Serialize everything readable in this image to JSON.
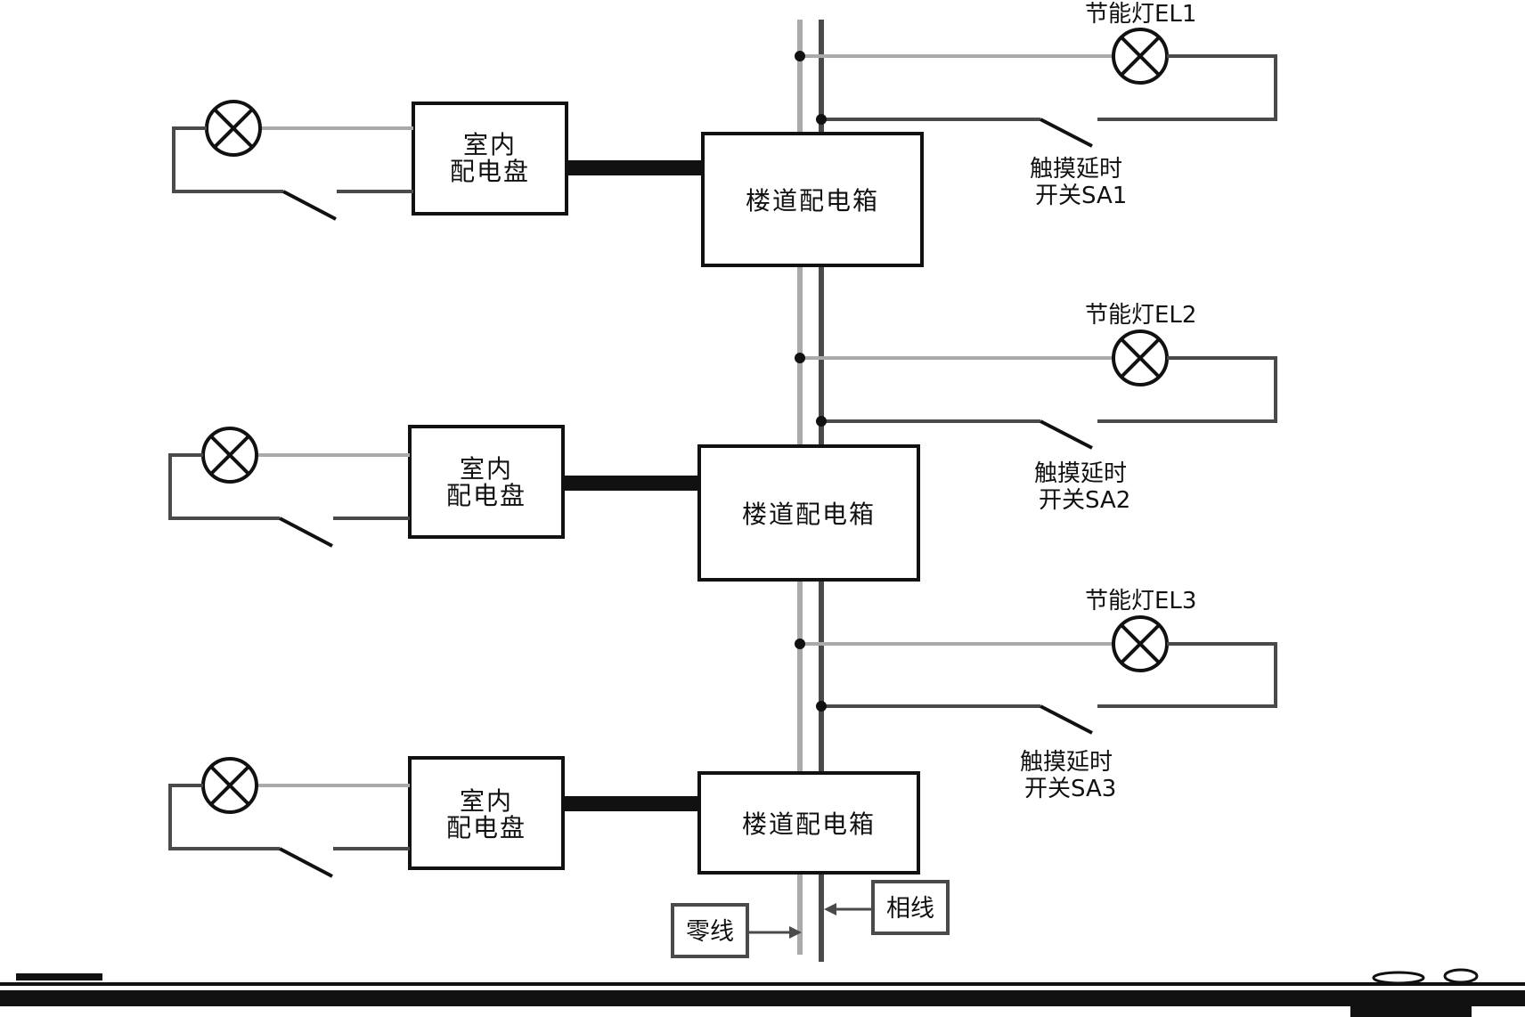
{
  "diagram": {
    "colors": {
      "neutral_wire": "#aaaaaa",
      "phase_wire": "#4a4a4a",
      "box_stroke": "#111111",
      "cable": "#111111"
    },
    "floors": [
      {
        "indoor_panel": {
          "line1": "室内",
          "line2": "配电盘"
        },
        "corridor_box": "楼道配电箱",
        "lamp_label": "节能灯EL1",
        "switch_label": {
          "line1": "触摸延时",
          "line2": "开关SA1"
        }
      },
      {
        "indoor_panel": {
          "line1": "室内",
          "line2": "配电盘"
        },
        "corridor_box": "楼道配电箱",
        "lamp_label": "节能灯EL2",
        "switch_label": {
          "line1": "触摸延时",
          "line2": "开关SA2"
        }
      },
      {
        "indoor_panel": {
          "line1": "室内",
          "line2": "配电盘"
        },
        "corridor_box": "楼道配电箱",
        "lamp_label": "节能灯EL3",
        "switch_label": {
          "line1": "触摸延时",
          "line2": "开关SA3"
        }
      }
    ],
    "legend": {
      "neutral": "零线",
      "phase": "相线"
    }
  }
}
